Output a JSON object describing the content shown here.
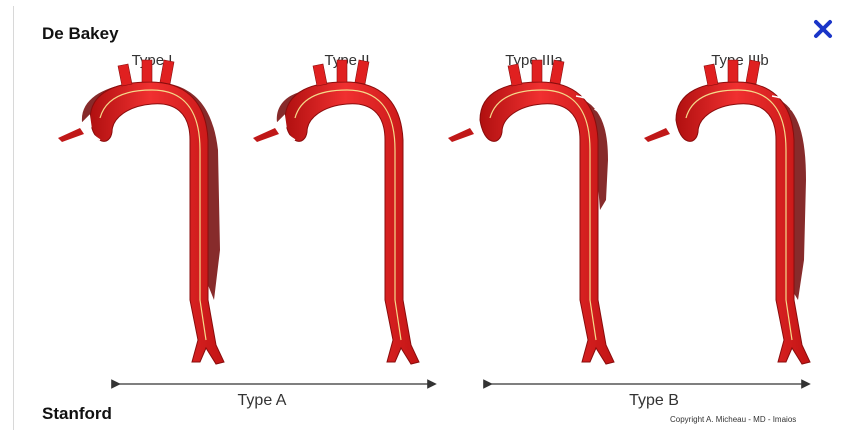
{
  "headings": {
    "top": "De Bakey",
    "bottom": "Stanford"
  },
  "debakey_types": [
    "Type I",
    "Type II",
    "Type IIIa",
    "Type IIIb"
  ],
  "stanford_groups": [
    "Type A",
    "Type B"
  ],
  "copyright": "Copyright A. Micheau - MD - Imaios",
  "close_icon": "close-icon",
  "colors": {
    "aorta": "#e81c1c",
    "aorta_dark": "#b01010",
    "dissection": "#7a1414",
    "intimal_line": "#f5d98a",
    "close": "#1a35c8"
  }
}
